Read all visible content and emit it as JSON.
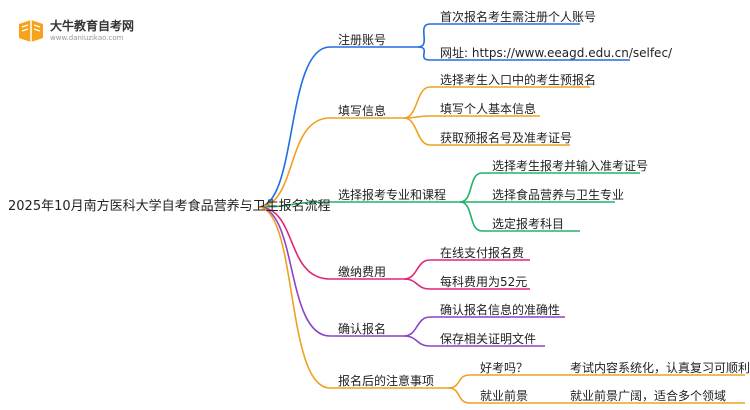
{
  "logo": {
    "name": "大牛教育自考网",
    "url": "www.daniuzikao.com"
  },
  "root": "2025年10月南方医科大学自考食品营养与卫生报名流程",
  "branches": [
    {
      "label": "注册账号",
      "color": "#1f6fe0",
      "children": [
        {
          "label": "首次报名考生需注册个人账号"
        },
        {
          "label": "网址: https://www.eeagd.edu.cn/selfec/"
        }
      ]
    },
    {
      "label": "填写信息",
      "color": "#f0a020",
      "children": [
        {
          "label": "选择考生入口中的考生预报名"
        },
        {
          "label": "填写个人基本信息"
        },
        {
          "label": "获取预报名号及准考证号"
        }
      ]
    },
    {
      "label": "选择报考专业和课程",
      "color": "#22b36b",
      "children": [
        {
          "label": "选择考生报考并输入准考证号"
        },
        {
          "label": "选择食品营养与卫生专业"
        },
        {
          "label": "选定报考科目"
        }
      ]
    },
    {
      "label": "缴纳费用",
      "color": "#e0247a",
      "children": [
        {
          "label": "在线支付报名费"
        },
        {
          "label": "每科费用为52元"
        }
      ]
    },
    {
      "label": "确认报名",
      "color": "#8a44c8",
      "children": [
        {
          "label": "确认报名信息的准确性"
        },
        {
          "label": "保存相关证明文件"
        }
      ]
    },
    {
      "label": "报名后的注意事项",
      "color": "#f0a020",
      "children": [
        {
          "label": "好考吗？",
          "detail": "考试内容系统化，认真复习可顺利通过"
        },
        {
          "label": "就业前景",
          "detail": "就业前景广阔，适合多个领域"
        }
      ]
    }
  ]
}
